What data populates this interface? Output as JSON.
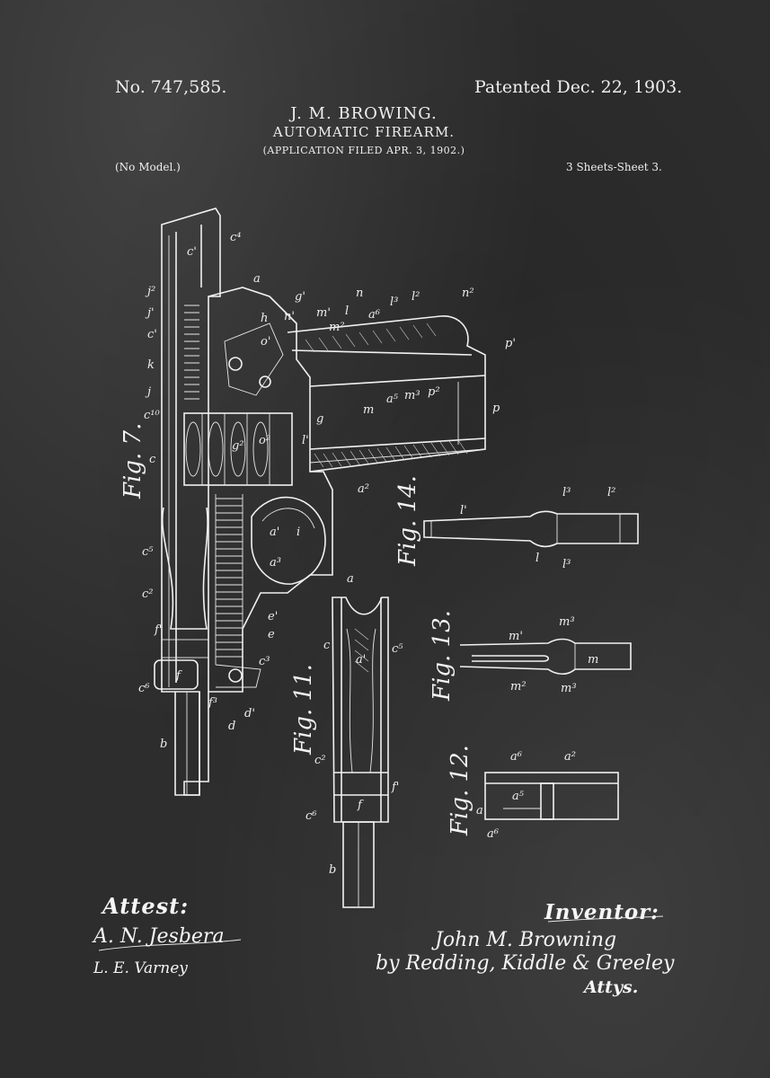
{
  "header": {
    "patent_number": "No. 747,585.",
    "patent_date": "Patented Dec. 22, 1903.",
    "inventor": "J. M. BROWING.",
    "invention": "AUTOMATIC FIREARM.",
    "application": "(APPLICATION FILED APR. 3, 1902.)",
    "model_note": "(No Model.)",
    "sheet_count": "3 Sheets-Sheet 3."
  },
  "figures": {
    "fig7": "Fig. 7.",
    "fig11": "Fig. 11.",
    "fig12": "Fig. 12.",
    "fig13": "Fig. 13.",
    "fig14": "Fig. 14."
  },
  "reference_letters": {
    "c4": "c⁴",
    "c1": "c'",
    "j2": "j²",
    "j1": "j'",
    "c1b": "c'",
    "k": "k",
    "j": "j",
    "c10": "c¹⁰",
    "c": "c",
    "c5": "c⁵",
    "c2": "c²",
    "f1": "f'",
    "c6": "c⁶",
    "f": "f",
    "b": "b",
    "f3": "f³",
    "d": "d",
    "d1": "d'",
    "c3": "c³",
    "e": "e",
    "e1": "e'",
    "a3": "a³",
    "a1": "a'",
    "i": "i",
    "a2": "a²",
    "h": "h",
    "o1": "o'",
    "g2": "g²",
    "o2": "o²",
    "a": "a",
    "n1": "n'",
    "g1": "g'",
    "m1": "m'",
    "m2": "m²",
    "l": "l",
    "n": "n",
    "a6": "a⁶",
    "l3": "l³",
    "l2": "l²",
    "n2": "n²",
    "p1": "p'",
    "p": "p",
    "p2": "p²",
    "m3": "m³",
    "a5": "a⁵",
    "m": "m",
    "g": "g",
    "l1": "l'"
  },
  "footer": {
    "attest_label": "Attest:",
    "witness_1": "A. N. Jesbera",
    "witness_2": "L. E. Varney",
    "inventor_label": "Inventor:",
    "inventor_signature": "John M. Browning",
    "attorney_signature": "by Redding, Kiddle & Greeley",
    "attorney_suffix": "Attys."
  },
  "colors": {
    "chalkboard": "#2d2d2d",
    "chalk": "#f1f1f1"
  }
}
